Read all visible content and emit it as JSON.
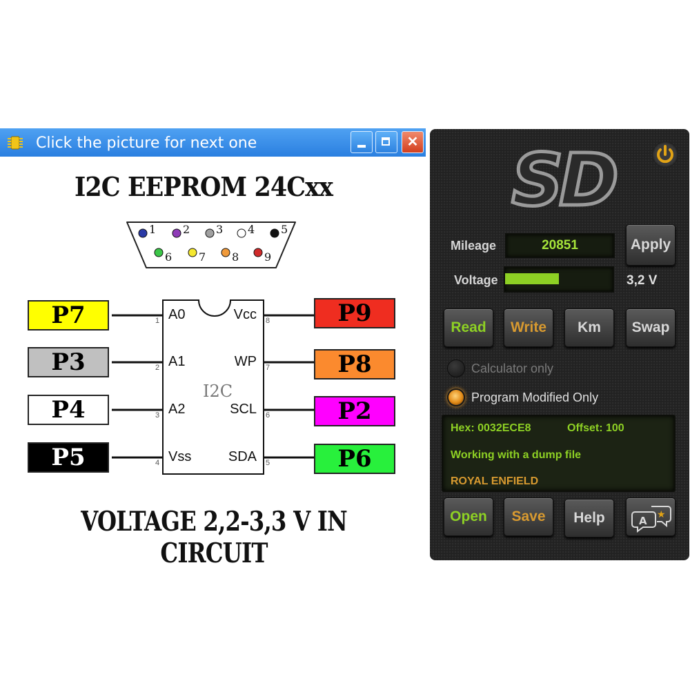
{
  "window": {
    "title": "Click the picture for next one"
  },
  "picture": {
    "title": "I2C EEPROM 24Cxx",
    "footer": "VOLTAGE 2,2-3,3 V IN CIRCUIT",
    "chip_label": "I2C",
    "connector_pins": [
      "1",
      "2",
      "3",
      "4",
      "5",
      "6",
      "7",
      "8",
      "9"
    ],
    "chip_pins_left": [
      {
        "num": "1",
        "name": "A0"
      },
      {
        "num": "2",
        "name": "A1"
      },
      {
        "num": "3",
        "name": "A2"
      },
      {
        "num": "4",
        "name": "Vss"
      }
    ],
    "chip_pins_right": [
      {
        "num": "8",
        "name": "Vcc"
      },
      {
        "num": "7",
        "name": "WP"
      },
      {
        "num": "6",
        "name": "SCL"
      },
      {
        "num": "5",
        "name": "SDA"
      }
    ],
    "left_boxes": [
      {
        "label": "P7",
        "color": "#ffff00",
        "text": "#000000"
      },
      {
        "label": "P3",
        "color": "#c0c0c0",
        "text": "#000000"
      },
      {
        "label": "P4",
        "color": "#ffffff",
        "text": "#000000"
      },
      {
        "label": "P5",
        "color": "#000000",
        "text": "#ffffff"
      }
    ],
    "right_boxes": [
      {
        "label": "P9",
        "color": "#ef2d20",
        "text": "#000000"
      },
      {
        "label": "P8",
        "color": "#fb8a2e",
        "text": "#000000"
      },
      {
        "label": "P2",
        "color": "#ff00ff",
        "text": "#000000"
      },
      {
        "label": "P6",
        "color": "#28f03c",
        "text": "#000000"
      }
    ]
  },
  "panel": {
    "logo": "SD",
    "mileage_label": "Mileage",
    "mileage_value": "20851",
    "voltage_label": "Voltage",
    "voltage_value": "3,2 V",
    "voltage_level": 0.5,
    "apply_label": "Apply",
    "buttons": {
      "read": "Read",
      "write": "Write",
      "km": "Km",
      "swap": "Swap",
      "open": "Open",
      "save": "Save",
      "help": "Help"
    },
    "options": {
      "calculator_only": "Calculator only",
      "program_modified_only": "Program Modified Only"
    },
    "selected_option": "program_modified_only",
    "status": {
      "hex": "Hex: 0032ECE8",
      "offset": "Offset: 100",
      "message": "Working with a dump file",
      "vehicle": "ROYAL ENFIELD"
    },
    "colors": {
      "lcd_green": "#8ed124",
      "accent_orange": "#d89a30"
    }
  }
}
